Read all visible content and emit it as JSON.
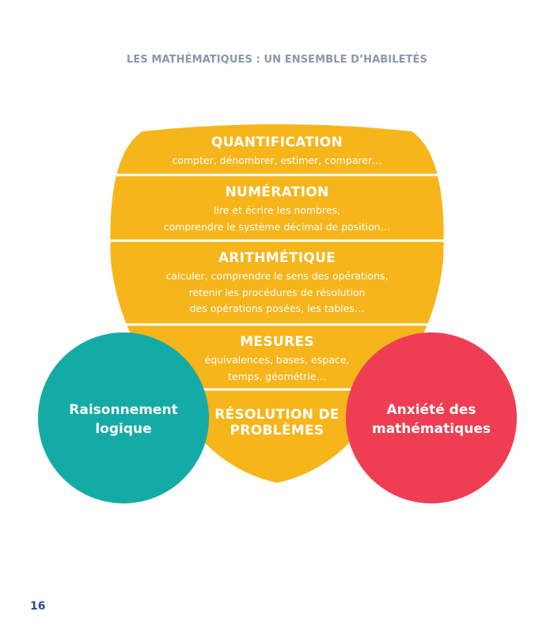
{
  "header": {
    "title": "LES MATHÉMATIQUES : UN ENSEMBLE D’HABILETÉS"
  },
  "layers": [
    {
      "title": "QUANTIFICATION",
      "lines": [
        "compter, dénombrer, estimer, comparer…"
      ]
    },
    {
      "title": "NUMÉRATION",
      "lines": [
        "lire et écrire les nombres,",
        "comprendre le système décimal de position…"
      ]
    },
    {
      "title": "ARITHMÉTIQUE",
      "lines": [
        "calculer, comprendre le sens des opérations,",
        "retenir les procédures de résolution",
        "des opérations posées, les tables…"
      ]
    },
    {
      "title": "MESURES",
      "lines": [
        "équivalences, bases, espace,",
        "temps, géométrie…"
      ]
    },
    {
      "title_lines": [
        "RÉSOLUTION DE",
        "PROBLÈMES"
      ]
    }
  ],
  "circles": {
    "left": {
      "lines": [
        "Raisonnement",
        "logique"
      ]
    },
    "right": {
      "lines": [
        "Anxiété des",
        "mathématiques"
      ]
    }
  },
  "colors": {
    "shield": "#f6b51b",
    "divider": "#ffffff",
    "left_circle": "#14aba6",
    "right_circle": "#ef3e53",
    "title": "#8b97ab",
    "page_number": "#2a4a9a"
  },
  "footer": {
    "page_number": "16"
  }
}
